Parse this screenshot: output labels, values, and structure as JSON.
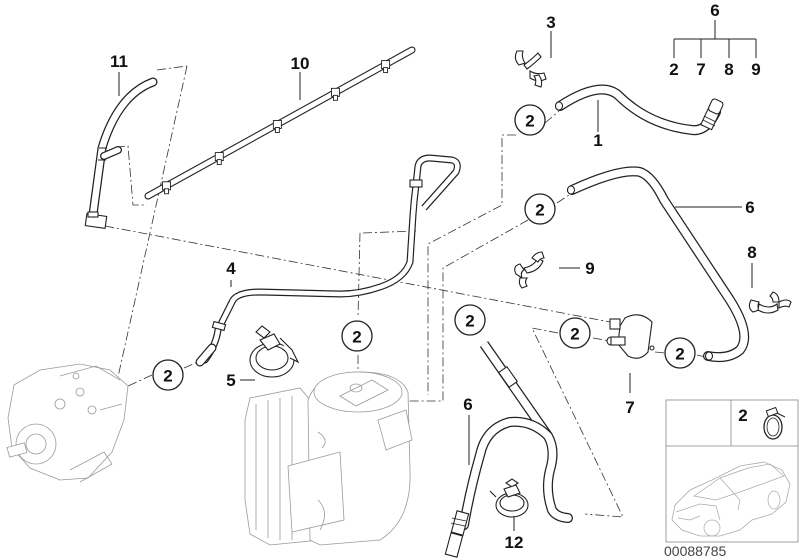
{
  "diagram": {
    "type": "parts-exploded-view",
    "reference_number": "00088785",
    "callouts": [
      {
        "id": "c-11",
        "label": "11"
      },
      {
        "id": "c-10",
        "label": "10"
      },
      {
        "id": "c-3",
        "label": "3"
      },
      {
        "id": "c-1",
        "label": "1"
      },
      {
        "id": "c-4",
        "label": "4"
      },
      {
        "id": "c-5",
        "label": "5"
      },
      {
        "id": "c-6a",
        "label": "6"
      },
      {
        "id": "c-6b",
        "label": "6"
      },
      {
        "id": "c-7",
        "label": "7"
      },
      {
        "id": "c-8",
        "label": "8"
      },
      {
        "id": "c-9",
        "label": "9"
      },
      {
        "id": "c-12",
        "label": "12"
      }
    ],
    "circled_callouts": [
      {
        "id": "cc-2a",
        "label": "2"
      },
      {
        "id": "cc-2b",
        "label": "2"
      },
      {
        "id": "cc-2c",
        "label": "2"
      },
      {
        "id": "cc-2d",
        "label": "2"
      },
      {
        "id": "cc-2e",
        "label": "2"
      },
      {
        "id": "cc-2f",
        "label": "2"
      },
      {
        "id": "cc-2g",
        "label": "2"
      }
    ],
    "kit_tree": {
      "parent": "6",
      "children": [
        "2",
        "7",
        "8",
        "9"
      ]
    },
    "legend_box": {
      "item_label": "2",
      "item_icon": "hose-clamp-icon",
      "vehicle_icon": "car-sedan-icon"
    }
  }
}
